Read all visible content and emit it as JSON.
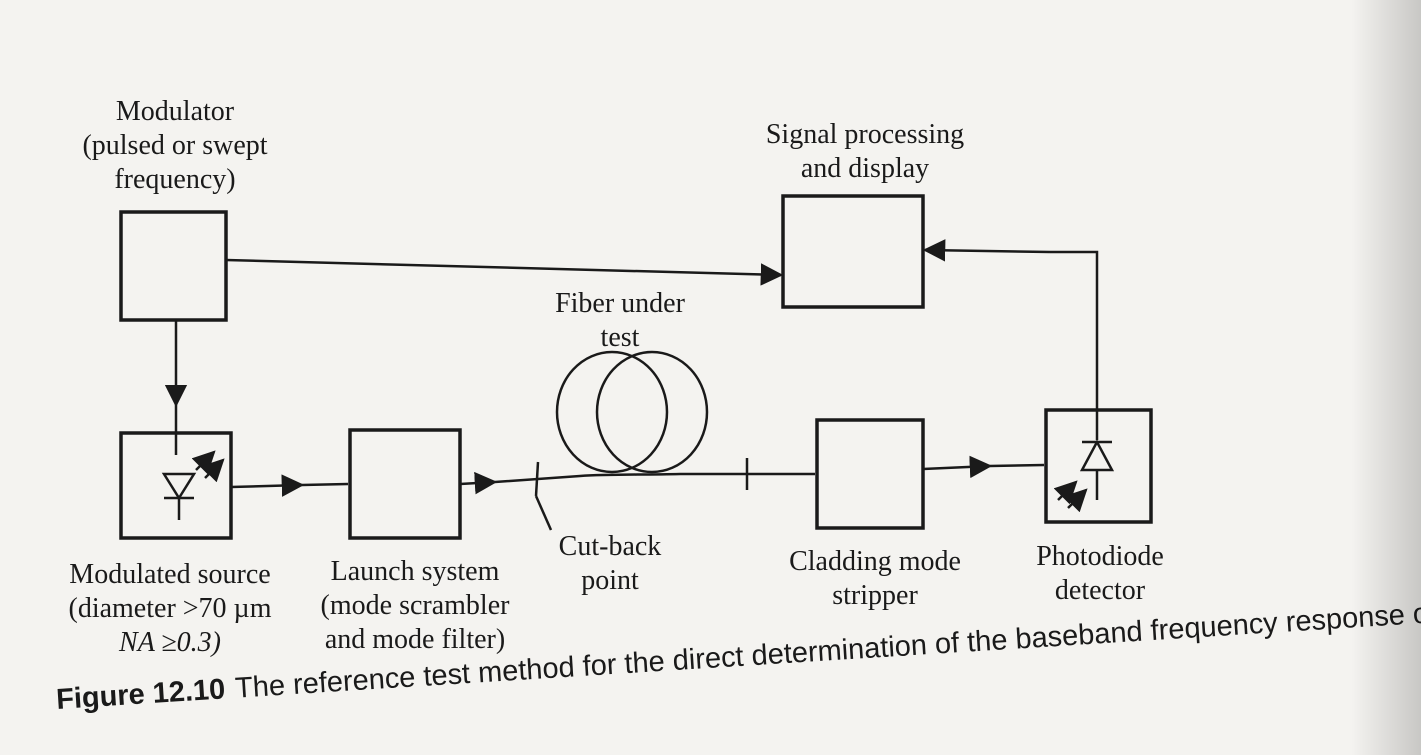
{
  "nodes": {
    "modulator": {
      "lines": [
        "Modulator",
        "(pulsed or swept",
        "frequency)"
      ]
    },
    "signal_processing": {
      "lines": [
        "Signal processing",
        "and display"
      ]
    },
    "fiber": {
      "lines": [
        "Fiber under",
        "test"
      ]
    },
    "modulated_source": {
      "lines": [
        "Modulated source",
        "(diameter >70 µm",
        "NA ≥0.3)"
      ]
    },
    "launch_system": {
      "lines": [
        "Launch system",
        "(mode scrambler",
        "and mode filter)"
      ]
    },
    "cut_back": {
      "lines": [
        "Cut-back",
        "point"
      ]
    },
    "cladding_stripper": {
      "lines": [
        "Cladding mode",
        "stripper"
      ]
    },
    "photodiode": {
      "lines": [
        "Photodiode",
        "detector"
      ]
    }
  },
  "caption": {
    "figure_label": "Figure 12.10",
    "text": "The reference test method for the direct determination of the baseband frequency response of a multimode fiber."
  },
  "icons": [
    "led-icon",
    "photodiode-icon",
    "fiber-coil-icon"
  ],
  "colors": {
    "ink": "#1a1a1a",
    "paper": "#f4f3f0"
  }
}
